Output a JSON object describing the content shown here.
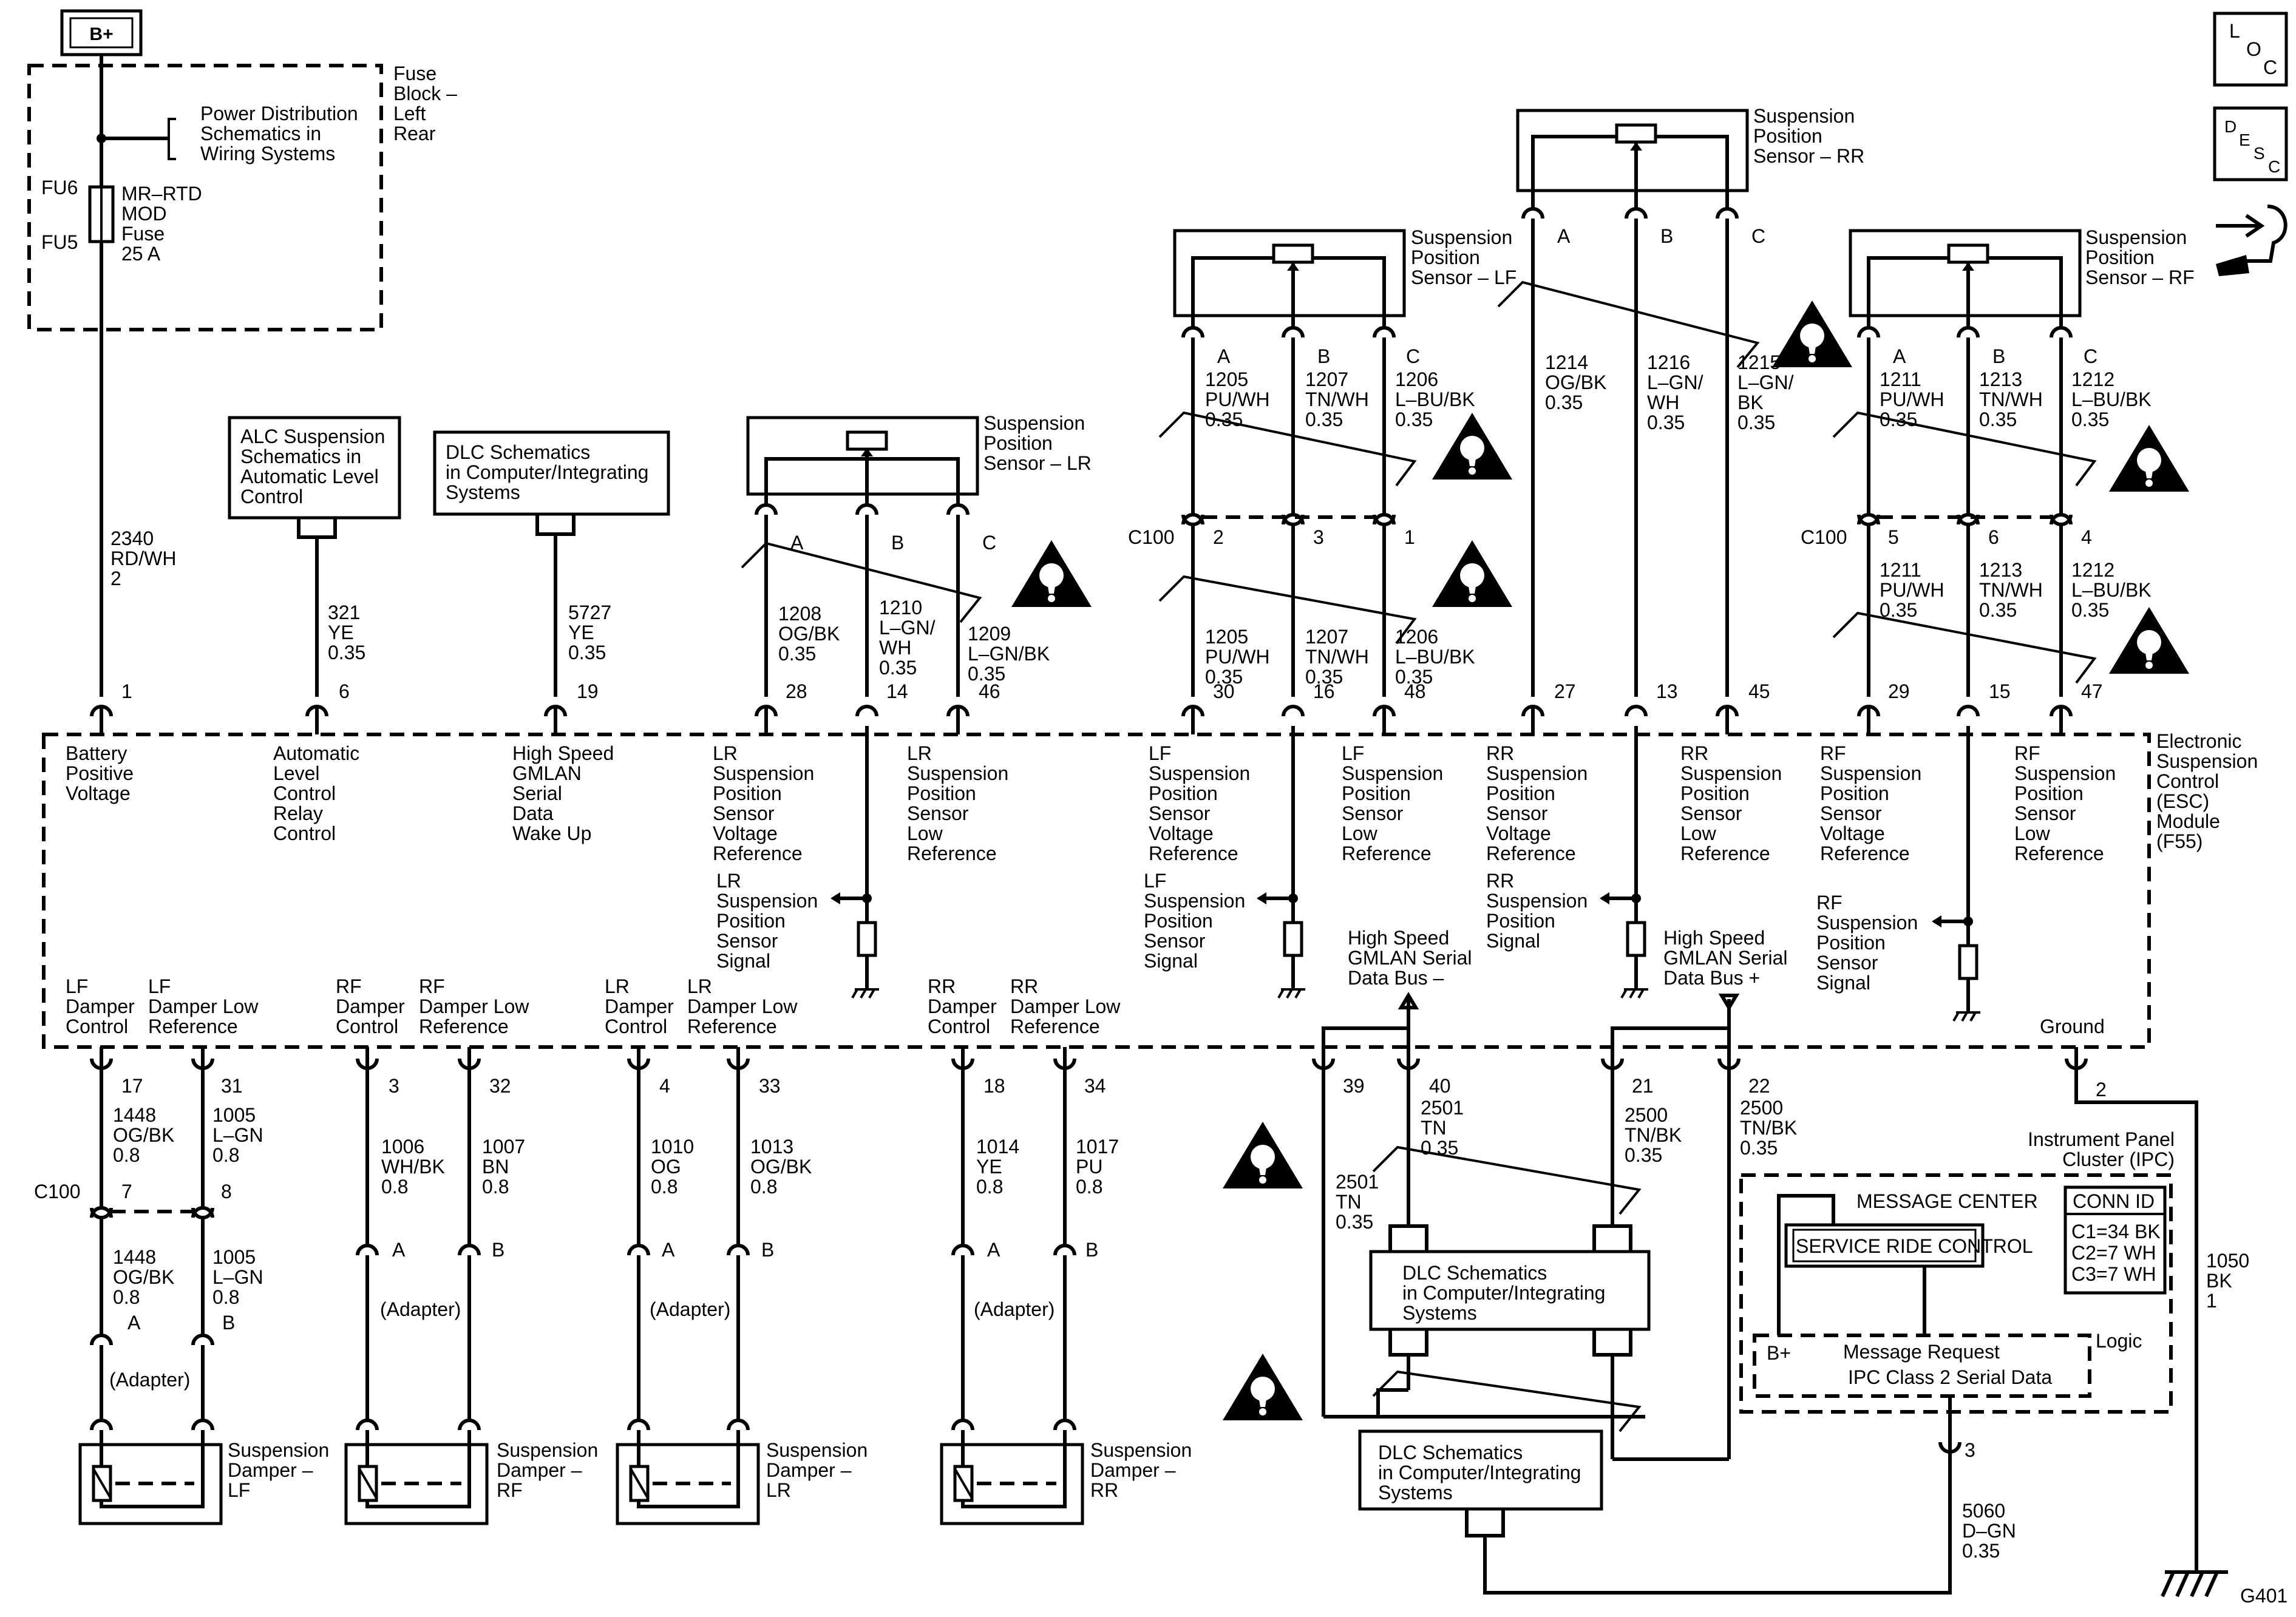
{
  "header": {
    "b_plus": "B+"
  },
  "corner_icons": {
    "loc": [
      "L",
      "O",
      "C"
    ],
    "desc": [
      "D",
      "E",
      "S",
      "C"
    ]
  },
  "fuse_block": {
    "title_lines": [
      "Fuse",
      "Block –",
      "Left",
      "Rear"
    ],
    "power_dist_lines": [
      "Power Distribution",
      "Schematics in",
      "Wiring Systems"
    ],
    "fu6": "FU6",
    "fu5": "FU5",
    "fuse_lines": [
      "MR–RTD",
      "MOD",
      "Fuse",
      "25 A"
    ]
  },
  "ref_boxes": {
    "alc": [
      "ALC Suspension",
      "Schematics in",
      "Automatic Level",
      "Control"
    ],
    "dlc_top": [
      "DLC Schematics",
      "in Computer/Integrating",
      "Systems"
    ],
    "dlc_mid": [
      "DLC Schematics",
      "in Computer/Integrating",
      "Systems"
    ],
    "dlc_low": [
      "DLC Schematics",
      "in Computer/Integrating",
      "Systems"
    ]
  },
  "sensors": {
    "lr": [
      "Suspension",
      "Position",
      "Sensor – LR"
    ],
    "lf": [
      "Suspension",
      "Position",
      "Sensor – LF"
    ],
    "rr": [
      "Suspension",
      "Position",
      "Sensor – RR"
    ],
    "rf": [
      "Suspension",
      "Position",
      "Sensor – RF"
    ]
  },
  "pins_abc": [
    "A",
    "B",
    "C"
  ],
  "c100": "C100",
  "upper_wires": {
    "battery": [
      "2340",
      "RD/WH",
      "2"
    ],
    "alc": [
      "321",
      "YE",
      "0.35"
    ],
    "gmlan_wake": [
      "5727",
      "YE",
      "0.35"
    ],
    "lr_a": [
      "1208",
      "OG/BK",
      "0.35"
    ],
    "lr_b": [
      "1210",
      "L–GN/",
      "WH",
      "0.35"
    ],
    "lr_c": [
      "1209",
      "L–GN/BK",
      "0.35"
    ],
    "lf_a": [
      "1205",
      "PU/WH",
      "0.35"
    ],
    "lf_b": [
      "1207",
      "TN/WH",
      "0.35"
    ],
    "lf_c": [
      "1206",
      "L–BU/BK",
      "0.35"
    ],
    "rr_a": [
      "1214",
      "OG/BK",
      "0.35"
    ],
    "rr_b": [
      "1216",
      "L–GN/",
      "WH",
      "0.35"
    ],
    "rr_c": [
      "1215",
      "L–GN/",
      "BK",
      "0.35"
    ],
    "rf_a": [
      "1211",
      "PU/WH",
      "0.35"
    ],
    "rf_b": [
      "1213",
      "TN/WH",
      "0.35"
    ],
    "rf_c": [
      "1212",
      "L–BU/BK",
      "0.35"
    ]
  },
  "c100_pins_lf": [
    "2",
    "3",
    "1"
  ],
  "c100_pins_rf": [
    "5",
    "6",
    "4"
  ],
  "module_pins_top": [
    "1",
    "6",
    "19",
    "28",
    "14",
    "46",
    "30",
    "16",
    "48",
    "27",
    "13",
    "45",
    "29",
    "15",
    "47"
  ],
  "module": {
    "name_lines": [
      "Electronic",
      "Suspension",
      "Control",
      "(ESC)",
      "Module",
      "(F55)"
    ],
    "battery": [
      "Battery",
      "Positive",
      "Voltage"
    ],
    "alc_relay": [
      "Automatic",
      "Level",
      "Control",
      "Relay",
      "Control"
    ],
    "gmlan_wake": [
      "High Speed",
      "GMLAN",
      "Serial",
      "Data",
      "Wake Up"
    ],
    "lr_vref": [
      "LR",
      "Suspension",
      "Position",
      "Sensor",
      "Voltage",
      "Reference"
    ],
    "lr_low": [
      "LR",
      "Suspension",
      "Position",
      "Sensor",
      "Low",
      "Reference"
    ],
    "lf_vref": [
      "LF",
      "Suspension",
      "Position",
      "Sensor",
      "Voltage",
      "Reference"
    ],
    "lf_low": [
      "LF",
      "Suspension",
      "Position",
      "Sensor",
      "Low",
      "Reference"
    ],
    "rr_vref": [
      "RR",
      "Suspension",
      "Position",
      "Sensor",
      "Voltage",
      "Reference"
    ],
    "rr_low": [
      "RR",
      "Suspension",
      "Position",
      "Sensor",
      "Low",
      "Reference"
    ],
    "rf_vref": [
      "RF",
      "Suspension",
      "Position",
      "Sensor",
      "Voltage",
      "Reference"
    ],
    "rf_low": [
      "RF",
      "Suspension",
      "Position",
      "Sensor",
      "Low",
      "Reference"
    ],
    "lr_signal": [
      "LR",
      "Suspension",
      "Position",
      "Sensor",
      "Signal"
    ],
    "lf_signal": [
      "LF",
      "Suspension",
      "Position",
      "Sensor",
      "Signal"
    ],
    "rr_signal": [
      "RR",
      "Suspension",
      "Position",
      "Signal"
    ],
    "rf_signal": [
      "RF",
      "Suspension",
      "Position",
      "Sensor",
      "Signal"
    ],
    "gmlan_minus": [
      "High Speed",
      "GMLAN Serial",
      "Data Bus –"
    ],
    "gmlan_plus": [
      "High Speed",
      "GMLAN Serial",
      "Data Bus +"
    ],
    "lf_damp_ctrl": [
      "LF",
      "Damper",
      "Control"
    ],
    "lf_damp_low": [
      "LF",
      "Damper Low",
      "Reference"
    ],
    "rf_damp_ctrl": [
      "RF",
      "Damper",
      "Control"
    ],
    "rf_damp_low": [
      "RF",
      "Damper Low",
      "Reference"
    ],
    "lr_damp_ctrl": [
      "LR",
      "Damper",
      "Control"
    ],
    "lr_damp_low": [
      "LR",
      "Damper Low",
      "Reference"
    ],
    "rr_damp_ctrl": [
      "RR",
      "Damper",
      "Control"
    ],
    "rr_damp_low": [
      "RR",
      "Damper Low",
      "Reference"
    ],
    "ground": "Ground"
  },
  "module_pins_bottom": [
    "17",
    "31",
    "3",
    "32",
    "4",
    "33",
    "18",
    "34",
    "39",
    "40",
    "21",
    "22",
    "2"
  ],
  "lower_wires": {
    "lf_ctrl": [
      "1448",
      "OG/BK",
      "0.8"
    ],
    "lf_low": [
      "1005",
      "L–GN",
      "0.8"
    ],
    "rf_ctrl": [
      "1006",
      "WH/BK",
      "0.8"
    ],
    "rf_low": [
      "1007",
      "BN",
      "0.8"
    ],
    "lr_ctrl": [
      "1010",
      "OG",
      "0.8"
    ],
    "lr_low": [
      "1013",
      "OG/BK",
      "0.8"
    ],
    "rr_ctrl": [
      "1014",
      "YE",
      "0.8"
    ],
    "rr_low": [
      "1017",
      "PU",
      "0.8"
    ],
    "gm_40": [
      "2501",
      "TN",
      "0.35"
    ],
    "gm_39": [
      "2501",
      "TN",
      "0.35"
    ],
    "gm_21": [
      "2500",
      "TN/BK",
      "0.35"
    ],
    "gm_22": [
      "2500",
      "TN/BK",
      "0.35"
    ],
    "ground": [
      "1050",
      "BK",
      "1"
    ],
    "ipc_3": [
      "5060",
      "D–GN",
      "0.35"
    ]
  },
  "c100_lower_pins": [
    "7",
    "8"
  ],
  "adapter": "(Adapter)",
  "pins_ab": [
    "A",
    "B"
  ],
  "dampers": {
    "lf": [
      "Suspension",
      "Damper –",
      "LF"
    ],
    "rf": [
      "Suspension",
      "Damper –",
      "RF"
    ],
    "lr": [
      "Suspension",
      "Damper –",
      "LR"
    ],
    "rr": [
      "Suspension",
      "Damper –",
      "RR"
    ]
  },
  "ipc": {
    "title_lines": [
      "Instrument Panel",
      "Cluster (IPC)"
    ],
    "message_center": "MESSAGE CENTER",
    "service_ride": "SERVICE RIDE CONTROL",
    "conn_id": "CONN ID",
    "conn_lines": [
      "C1=34 BK",
      "C2=7 WH",
      "C3=7 WH"
    ],
    "b_plus": "B+",
    "msg_request": "Message Request",
    "class2": "IPC Class 2 Serial Data",
    "logic": "Logic",
    "pin3": "3"
  },
  "ground_id": "G401"
}
